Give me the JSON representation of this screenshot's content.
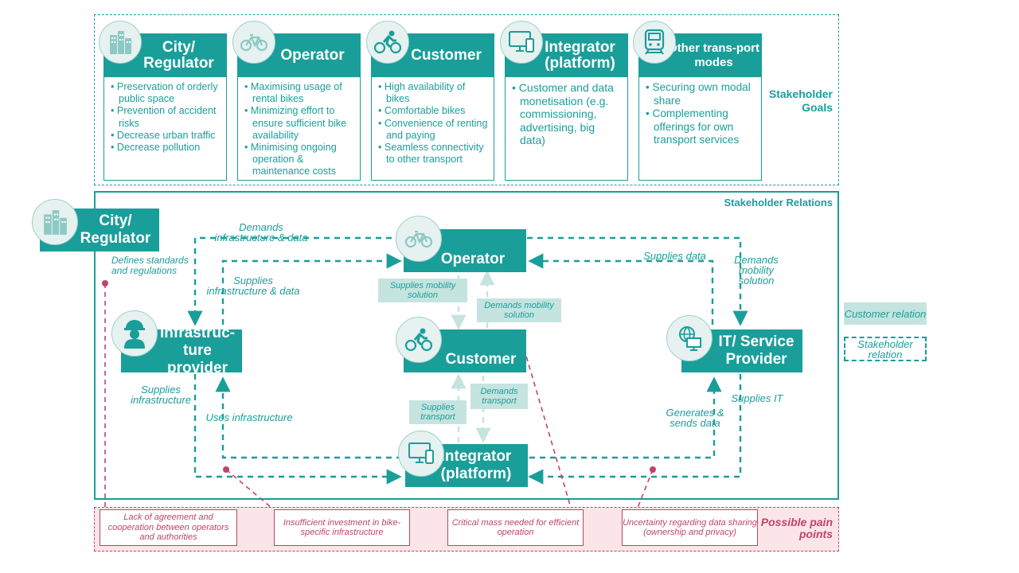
{
  "colors": {
    "teal": "#1a9e9a",
    "light_teal": "#c5e4df",
    "pain": "#c0446a",
    "pain_bg": "#fbe5e8"
  },
  "goals": {
    "side_label": "Stakeholder Goals",
    "cards": [
      {
        "title": "City/ Regulator",
        "icon": "city-buildings-icon",
        "items": [
          "Preservation of orderly public space",
          "Prevention of accident risks",
          "Decrease urban traffic",
          "Decrease pollution"
        ]
      },
      {
        "title": "Operator",
        "icon": "bicycle-icon",
        "items": [
          "Maximising usage of rental bikes",
          "Minimizing effort to ensure sufficient bike availability",
          "Minimising ongoing operation & maintenance costs"
        ]
      },
      {
        "title": "Customer",
        "icon": "cyclist-icon",
        "items": [
          "High availability of bikes",
          "Comfortable bikes",
          "Convenience of renting and paying",
          "Seamless connectivity to other transport"
        ]
      },
      {
        "title": "Integrator (platform)",
        "icon": "monitor-phone-icon",
        "items": [
          "Customer and data monetisation (e.g. commissioning, advertising, big data)"
        ]
      },
      {
        "title": "Other trans-port modes",
        "icon": "train-icon",
        "items": [
          "Securing own modal share",
          "Complementing offerings for own transport services"
        ]
      }
    ]
  },
  "relations": {
    "panel_label": "Stakeholder Relations",
    "nodes": {
      "city": "City/ Regulator",
      "operator": "Operator",
      "customer": "Customer",
      "infra": "Infrastruc-ture provider",
      "it": "IT/ Service Provider",
      "integrator": "Integrator (platform)"
    },
    "labels": {
      "defines": "Defines standards and regulations",
      "demands_infra_data": "Demands infrastructure & data",
      "supplies_infra_data": "Supplies infrastructure & data",
      "supplies_data": "Supplies data",
      "demands_mobility": "Demands mobility solution",
      "supplies_infra": "Supplies infrastructure",
      "uses_infra": "Uses infrastructure",
      "generates_data": "Generates & sends data",
      "supplies_it": "Supplies IT",
      "supplies_mobility_solution": "Supplies mobility solution",
      "demands_mobility_solution": "Demands mobility solution",
      "supplies_transport": "Supplies transport",
      "demands_transport": "Demands transport"
    }
  },
  "legend": {
    "customer_relation": "Customer relation",
    "stakeholder_relation": "Stakeholder relation"
  },
  "pain": {
    "title": "Possible pain points",
    "items": [
      "Lack of agreement and cooperation between operators and authorities",
      "Insufficient investment in bike-specific infrastructure",
      "Critical mass needed for efficient operation",
      "Uncertainty regarding data sharing (ownership and privacy)"
    ]
  }
}
